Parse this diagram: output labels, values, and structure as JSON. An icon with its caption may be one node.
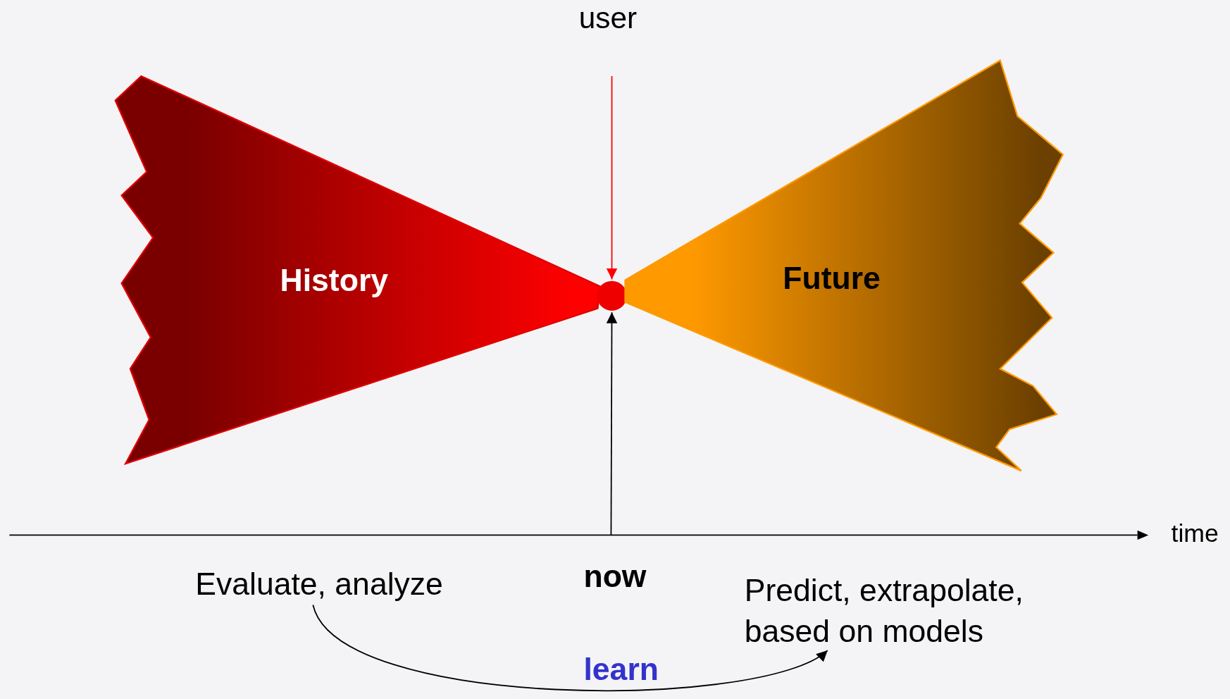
{
  "diagram": {
    "nodes": [
      {
        "text": [
          "user"
        ]
      },
      {
        "text": [
          "History"
        ]
      },
      {
        "text": [],
        "shape": "circle"
      },
      {
        "text": [
          "Future"
        ]
      },
      {
        "text": [
          "Evaluate, analyze"
        ]
      },
      {
        "text": [
          "now"
        ]
      },
      {
        "text": [
          "Predict, extrapolate, based on models"
        ]
      }
    ],
    "edges": [
      {
        "from": 0,
        "to": 2,
        "arrow": "to",
        "color": "#ff0000"
      },
      {
        "from": null,
        "to": 2,
        "arrow": "to"
      },
      {
        "from": 4,
        "to": 6,
        "arrow": "to",
        "label": "learn"
      }
    ],
    "labels": [
      "time"
    ]
  }
}
